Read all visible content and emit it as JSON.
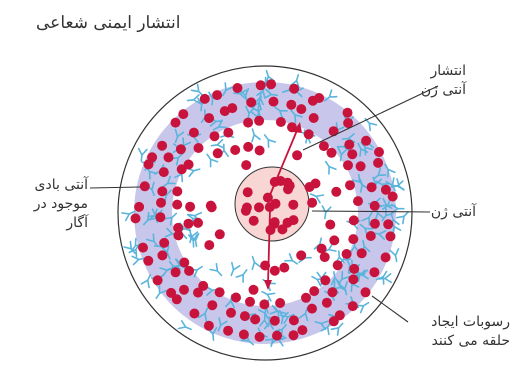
{
  "title": "انتشار ایمنی شعاعی",
  "labels": {
    "antigen_diffusion": [
      "انتشار",
      "آنتی ژن"
    ],
    "antibody_in_agar": [
      "آنتی بادی",
      "موجود در",
      "آگار"
    ],
    "antigen": "آنتی ژن",
    "precipitin_ring": [
      "رسوبات ایجاد",
      "حلقه می کنند"
    ]
  },
  "colors": {
    "dot": "#c8143c",
    "ring_band": "#c9c6ec",
    "antibody": "#5ab4dc",
    "center_well": "#f8d6d4",
    "outline": "#333333"
  }
}
